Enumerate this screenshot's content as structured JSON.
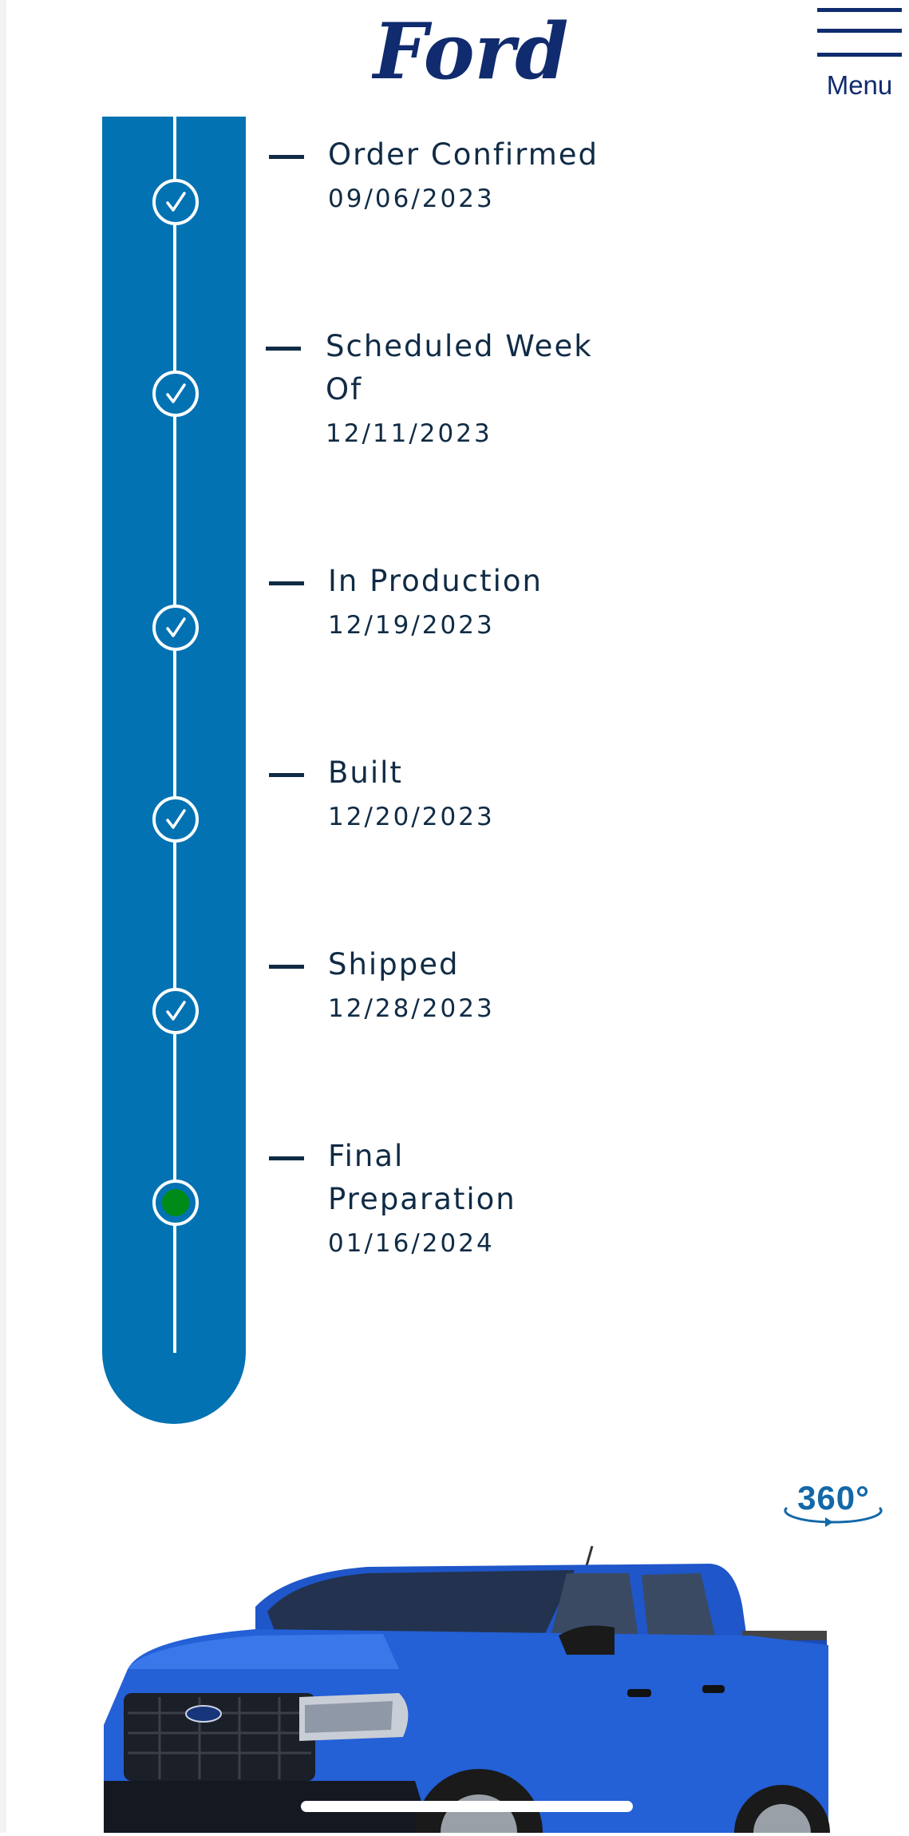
{
  "header": {
    "logo_text": "Ford",
    "menu_label": "Menu"
  },
  "timeline": {
    "steps": [
      {
        "title": "Order Confirmed",
        "date": "09/06/2023",
        "status": "complete"
      },
      {
        "title": "Scheduled Week Of",
        "date": "12/11/2023",
        "status": "complete"
      },
      {
        "title": "In Production",
        "date": "12/19/2023",
        "status": "complete"
      },
      {
        "title": "Built",
        "date": "12/20/2023",
        "status": "complete"
      },
      {
        "title": "Shipped",
        "date": "12/28/2023",
        "status": "complete"
      },
      {
        "title": "Final Preparation",
        "date": "01/16/2024",
        "status": "current"
      }
    ]
  },
  "viewer": {
    "badge_label": "360°"
  },
  "icons": {
    "complete": "check-circle-icon",
    "current": "current-dot-icon",
    "menu": "hamburger-icon"
  },
  "colors": {
    "brand_navy": "#102b6e",
    "rail_blue": "#0272b3",
    "current_green": "#008a18",
    "text_dark": "#102b45",
    "truck_blue": "#1f56c9"
  }
}
